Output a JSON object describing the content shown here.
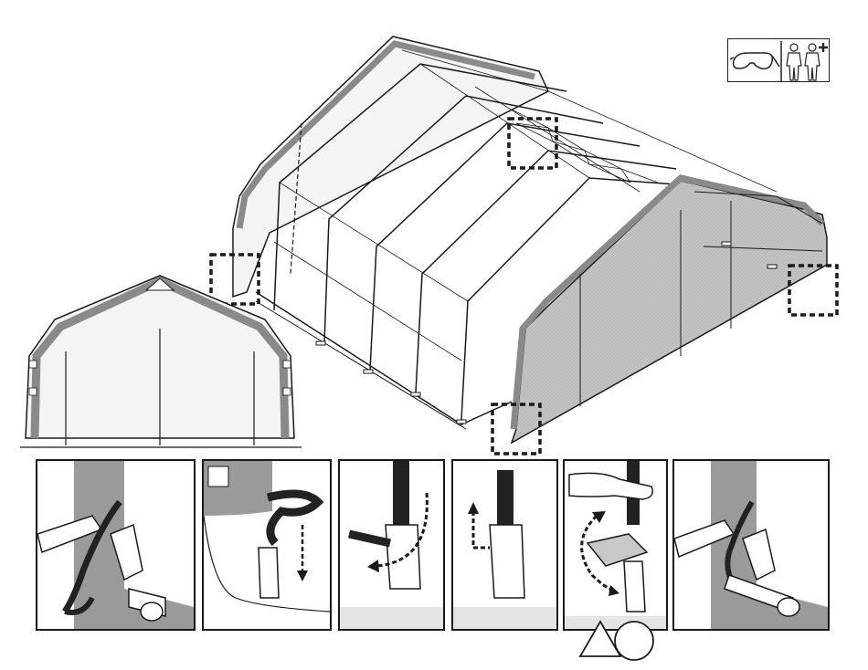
{
  "safety": {
    "icons": [
      "safety-glasses-icon",
      "two-person-assembly-icon"
    ]
  },
  "steps": [
    {
      "id": 1,
      "label": ""
    },
    {
      "id": 2,
      "label": ""
    },
    {
      "id": 3,
      "label": ""
    },
    {
      "id": 4,
      "label": ""
    },
    {
      "id": 5,
      "label": ""
    },
    {
      "id": 6,
      "label": ""
    }
  ],
  "colors": {
    "line": "#1a1a1a",
    "frame": "#8a8a8a",
    "cover_light": "#f2f2f2",
    "cover_mid": "#c8c8c8",
    "cover_dark": "#9a9a9a",
    "strap": "#222222",
    "callout": "#1a1a1a"
  }
}
